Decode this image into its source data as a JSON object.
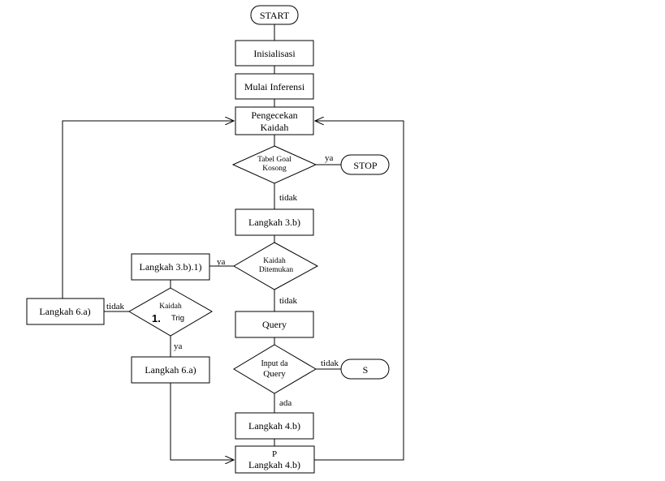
{
  "nodes": {
    "start": "START",
    "inisialisasi": "Inisialisasi",
    "mulai_inferensi": "Mulai Inferensi",
    "pengecekan_line1": "Pengecekan",
    "pengecekan_line2": "Kaidah",
    "tabel_goal_line1": "Tabel Goal",
    "tabel_goal_line2": "Kosong",
    "stop": "STOP",
    "langkah_3b": "Langkah 3.b)",
    "kaidah_ditemukan_line1": "Kaidah",
    "kaidah_ditemukan_line2": "Ditemukan",
    "langkah_3b1": "Langkah 3.b).1)",
    "kaidah_trig_line1": "Kaidah",
    "kaidah_trig_number": "1.",
    "kaidah_trig_line2": "Trig",
    "langkah_6a_left": "Langkah 6.a)",
    "langkah_6a_bottom": "Langkah 6.a)",
    "query": "Query",
    "input_query_line1": "Input da",
    "input_query_line2": "Query",
    "s_terminal": "S",
    "langkah_4b": "Langkah 4.b)",
    "final_line1": "P",
    "final_line2": "Langkah 4.b)"
  },
  "edge_labels": {
    "ya_stop": "ya",
    "tidak_langkah3b": "tidak",
    "ya_langkah3b1": "ya",
    "tidak_query": "tidak",
    "tidak_langkah6a": "tidak",
    "ya_langkah6a": "ya",
    "tidak_s": "tidak",
    "ada_langkah4b": "ada"
  }
}
